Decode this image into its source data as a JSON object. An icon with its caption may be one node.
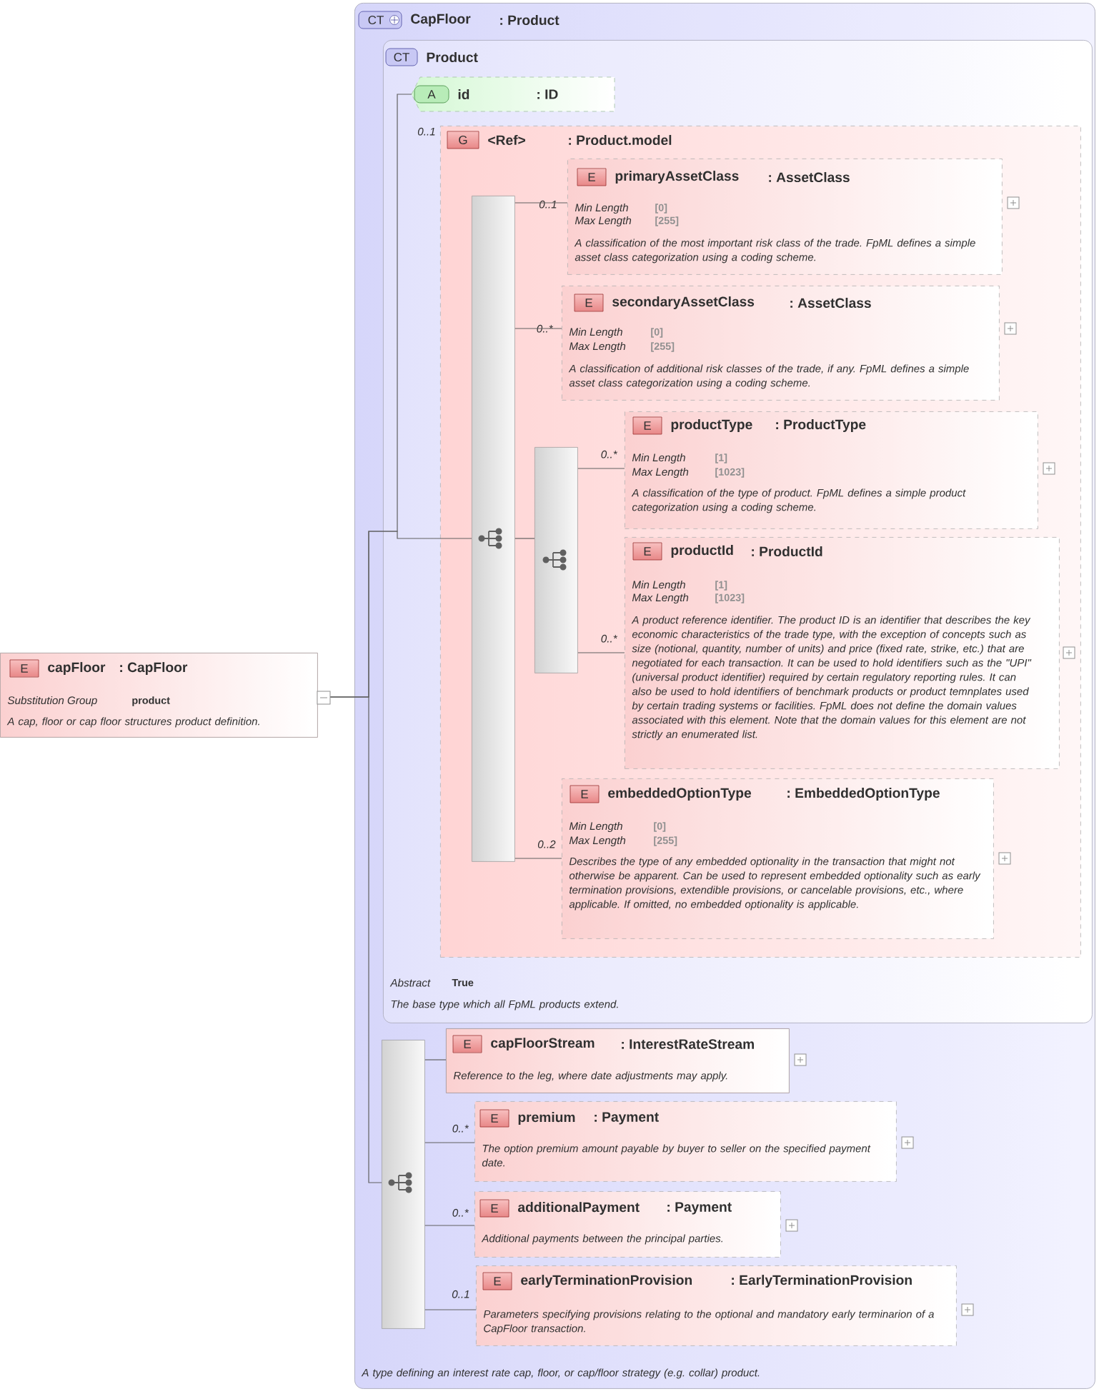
{
  "diagram": {
    "nodes": [
      {
        "text": [
          "E",
          "capFloor",
          ": CapFloor",
          "Substitution Group",
          "product",
          "A cap, floor or cap floor structures product definition."
        ]
      },
      {
        "text": [
          "CT",
          "CapFloor",
          ": Product",
          "A type defining an interest rate cap, floor, or cap/floor strategy (e.g. collar) product."
        ]
      },
      {
        "text": [
          "CT",
          "Product",
          "Abstract",
          "True",
          "The base type which all FpML products extend."
        ],
        "in": 1
      },
      {
        "text": [
          "A",
          "id",
          ": ID"
        ],
        "in": 2
      },
      {
        "text": [
          "G",
          "<Ref>",
          ": Product.model"
        ],
        "in": 2,
        "beside": [
          "0..1"
        ]
      },
      {
        "text": [],
        "shape": "bar",
        "in": 4
      },
      {
        "text": [
          "E",
          "primaryAssetClass",
          ": AssetClass",
          "Min Length",
          "[0]",
          "Max Length",
          "[255]",
          "A classification of the most important risk class of the trade. FpML defines a simple asset class categorization using a coding scheme."
        ],
        "in": 4,
        "beside": [
          "0..1"
        ]
      },
      {
        "text": [
          "E",
          "secondaryAssetClass",
          ": AssetClass",
          "Min Length",
          "[0]",
          "Max Length",
          "[255]",
          "A classification of additional risk classes of the trade, if any. FpML defines a simple asset class categorization using a coding scheme."
        ],
        "in": 4,
        "beside": [
          "0..*"
        ]
      },
      {
        "text": [],
        "shape": "bar",
        "in": 4
      },
      {
        "text": [
          "E",
          "productType",
          ": ProductType",
          "Min Length",
          "[1]",
          "Max Length",
          "[1023]",
          "A classification of the type of product. FpML defines a simple product categorization using a coding scheme."
        ],
        "in": 4,
        "beside": [
          "0..*"
        ]
      },
      {
        "text": [
          "E",
          "productId",
          ": ProductId",
          "Min Length",
          "[1]",
          "Max Length",
          "[1023]",
          "A product reference identifier. The product ID is an identifier that describes the key economic characteristics of the trade type, with the exception of concepts such as size (notional, quantity, number of units) and price (fixed rate, strike, etc.) that are negotiated for each transaction. It can be used to hold identifiers such as the \"UPI\" (universal product identifier) required by certain regulatory reporting rules. It can also be used to hold identifiers of benchmark products or product temnplates used by certain trading systems or facilities. FpML does not define the domain values associated with this element. Note that the domain values for this element are not strictly an enumerated list."
        ],
        "in": 4,
        "beside": [
          "0..*"
        ]
      },
      {
        "text": [
          "E",
          "embeddedOptionType",
          ": EmbeddedOptionType",
          "Min Length",
          "[0]",
          "Max Length",
          "[255]",
          "Describes the type of any embedded optionality in the transaction that might not otherwise be apparent. Can be used to represent embedded optionality such as early termination provisions, extendible provisions, or cancelable provisions, etc., where applicable. If omitted, no embedded optionality is applicable."
        ],
        "in": 4,
        "beside": [
          "0..2"
        ]
      },
      {
        "text": [],
        "shape": "bar",
        "in": 1
      },
      {
        "text": [
          "E",
          "capFloorStream",
          ": InterestRateStream",
          "Reference to the leg, where date adjustments may apply."
        ],
        "in": 1
      },
      {
        "text": [
          "E",
          "premium",
          ": Payment",
          "The option premium amount payable by buyer to seller on the specified payment date."
        ],
        "in": 1,
        "beside": [
          "0..*"
        ]
      },
      {
        "text": [
          "E",
          "additionalPayment",
          ": Payment",
          "Additional payments between the principal parties."
        ],
        "in": 1,
        "beside": [
          "0..*"
        ]
      },
      {
        "text": [
          "E",
          "earlyTerminationProvision",
          ": EarlyTerminationProvision",
          "Parameters specifying provisions relating to the optional and mandatory early terminarion of a CapFloor transaction."
        ],
        "in": 1,
        "beside": [
          "0..1"
        ]
      }
    ],
    "edges": [
      {
        "from": 0,
        "to": 3,
        "arrow": "none"
      },
      {
        "from": 0,
        "to": 5,
        "arrow": "none"
      },
      {
        "from": 0,
        "to": 12,
        "arrow": "none"
      },
      {
        "from": 5,
        "to": 6,
        "arrow": "none"
      },
      {
        "from": 5,
        "to": 7,
        "arrow": "none"
      },
      {
        "from": 5,
        "to": 8,
        "arrow": "none"
      },
      {
        "from": 5,
        "to": 11,
        "arrow": "none"
      },
      {
        "from": 8,
        "to": 9,
        "arrow": "none"
      },
      {
        "from": 8,
        "to": 10,
        "arrow": "none"
      },
      {
        "from": 12,
        "to": 13,
        "arrow": "none"
      },
      {
        "from": 12,
        "to": 14,
        "arrow": "none"
      },
      {
        "from": 12,
        "to": 15,
        "arrow": "none"
      },
      {
        "from": 12,
        "to": 16,
        "arrow": "none"
      }
    ]
  }
}
